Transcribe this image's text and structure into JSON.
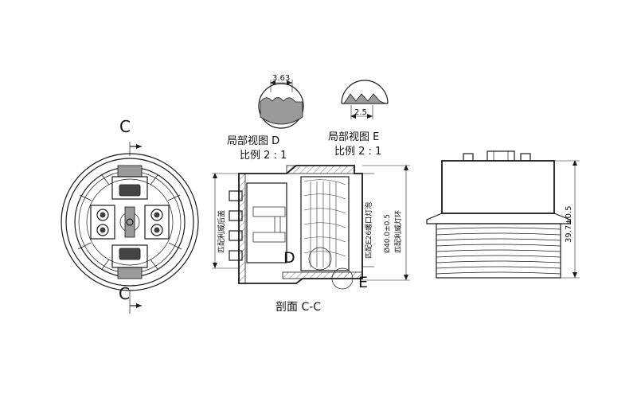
{
  "section_mark_top": "C",
  "section_mark_bottom": "C",
  "detail_d": {
    "title": "局部视图 D",
    "scale": "比例 2 : 1",
    "dimension": "3.63",
    "mark": "D"
  },
  "detail_e": {
    "title": "局部视图 E",
    "scale": "比例 2 : 1",
    "dimension": "2.5",
    "mark": "E"
  },
  "section_view": {
    "caption": "剖面 C-C",
    "left_label": "匹配利威后盖",
    "thread_label": "匹配E26螺口灯泡",
    "diameter_label": "Ø40.0±0.5",
    "ring_label": "匹配利威灯环"
  },
  "side_view": {
    "height_label": "39.7±0.5"
  }
}
